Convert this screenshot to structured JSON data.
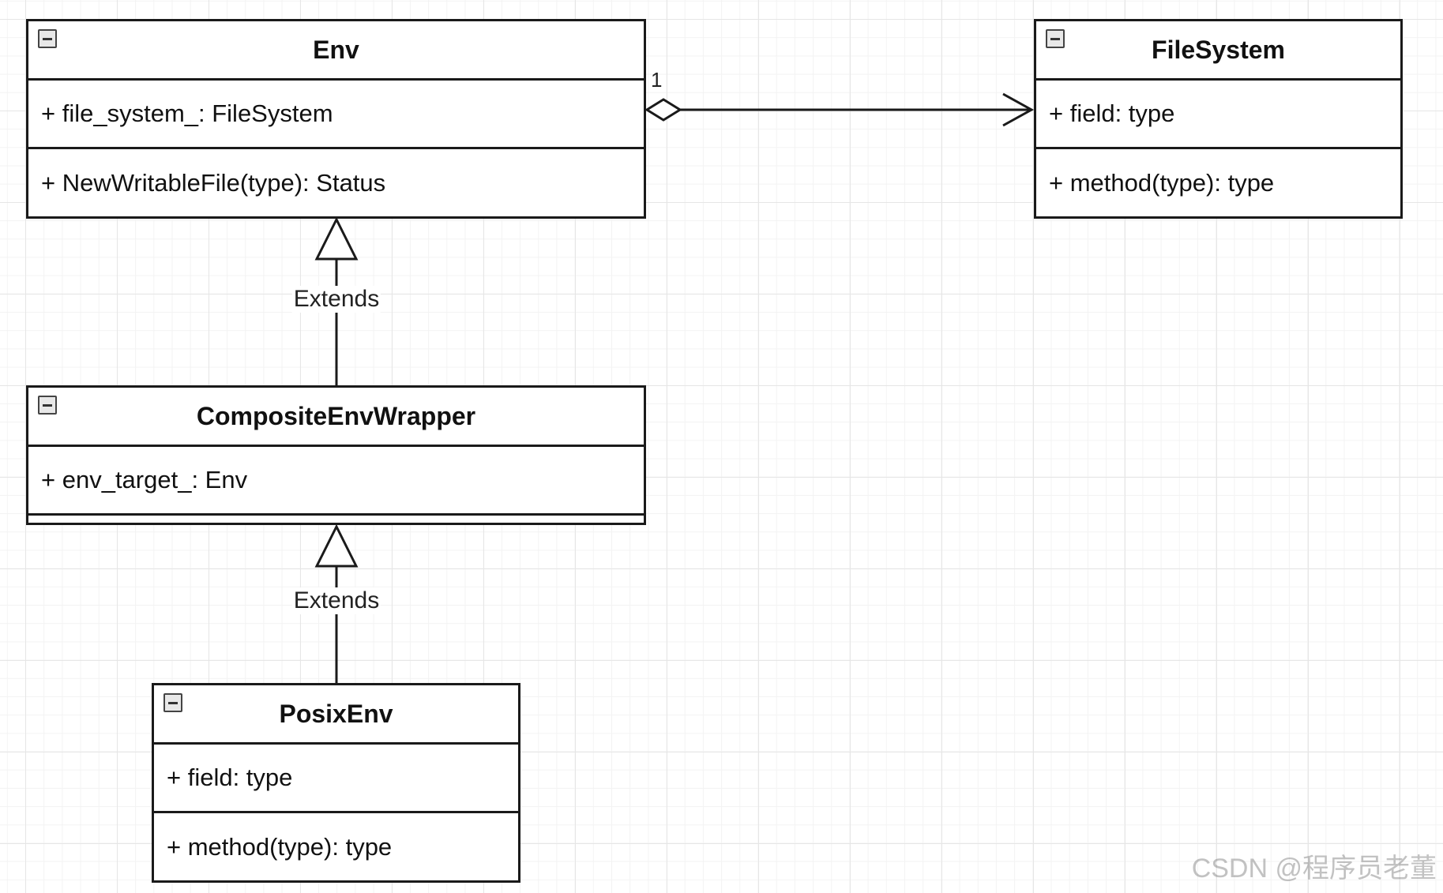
{
  "classes": {
    "env": {
      "name": "Env",
      "attribute": "+ file_system_: FileSystem",
      "method": "+ NewWritableFile(type): Status"
    },
    "filesystem": {
      "name": "FileSystem",
      "attribute": "+ field: type",
      "method": "+ method(type): type"
    },
    "composite": {
      "name": "CompositeEnvWrapper",
      "attribute": "+ env_target_: Env"
    },
    "posix": {
      "name": "PosixEnv",
      "attribute": "+ field: type",
      "method": "+ method(type): type"
    }
  },
  "connectors": {
    "aggregation_multiplicity": "1",
    "extends_upper": "Extends",
    "extends_lower": "Extends"
  },
  "icons": {
    "collapse": "collapse-icon"
  },
  "watermark": "CSDN @程序员老董"
}
